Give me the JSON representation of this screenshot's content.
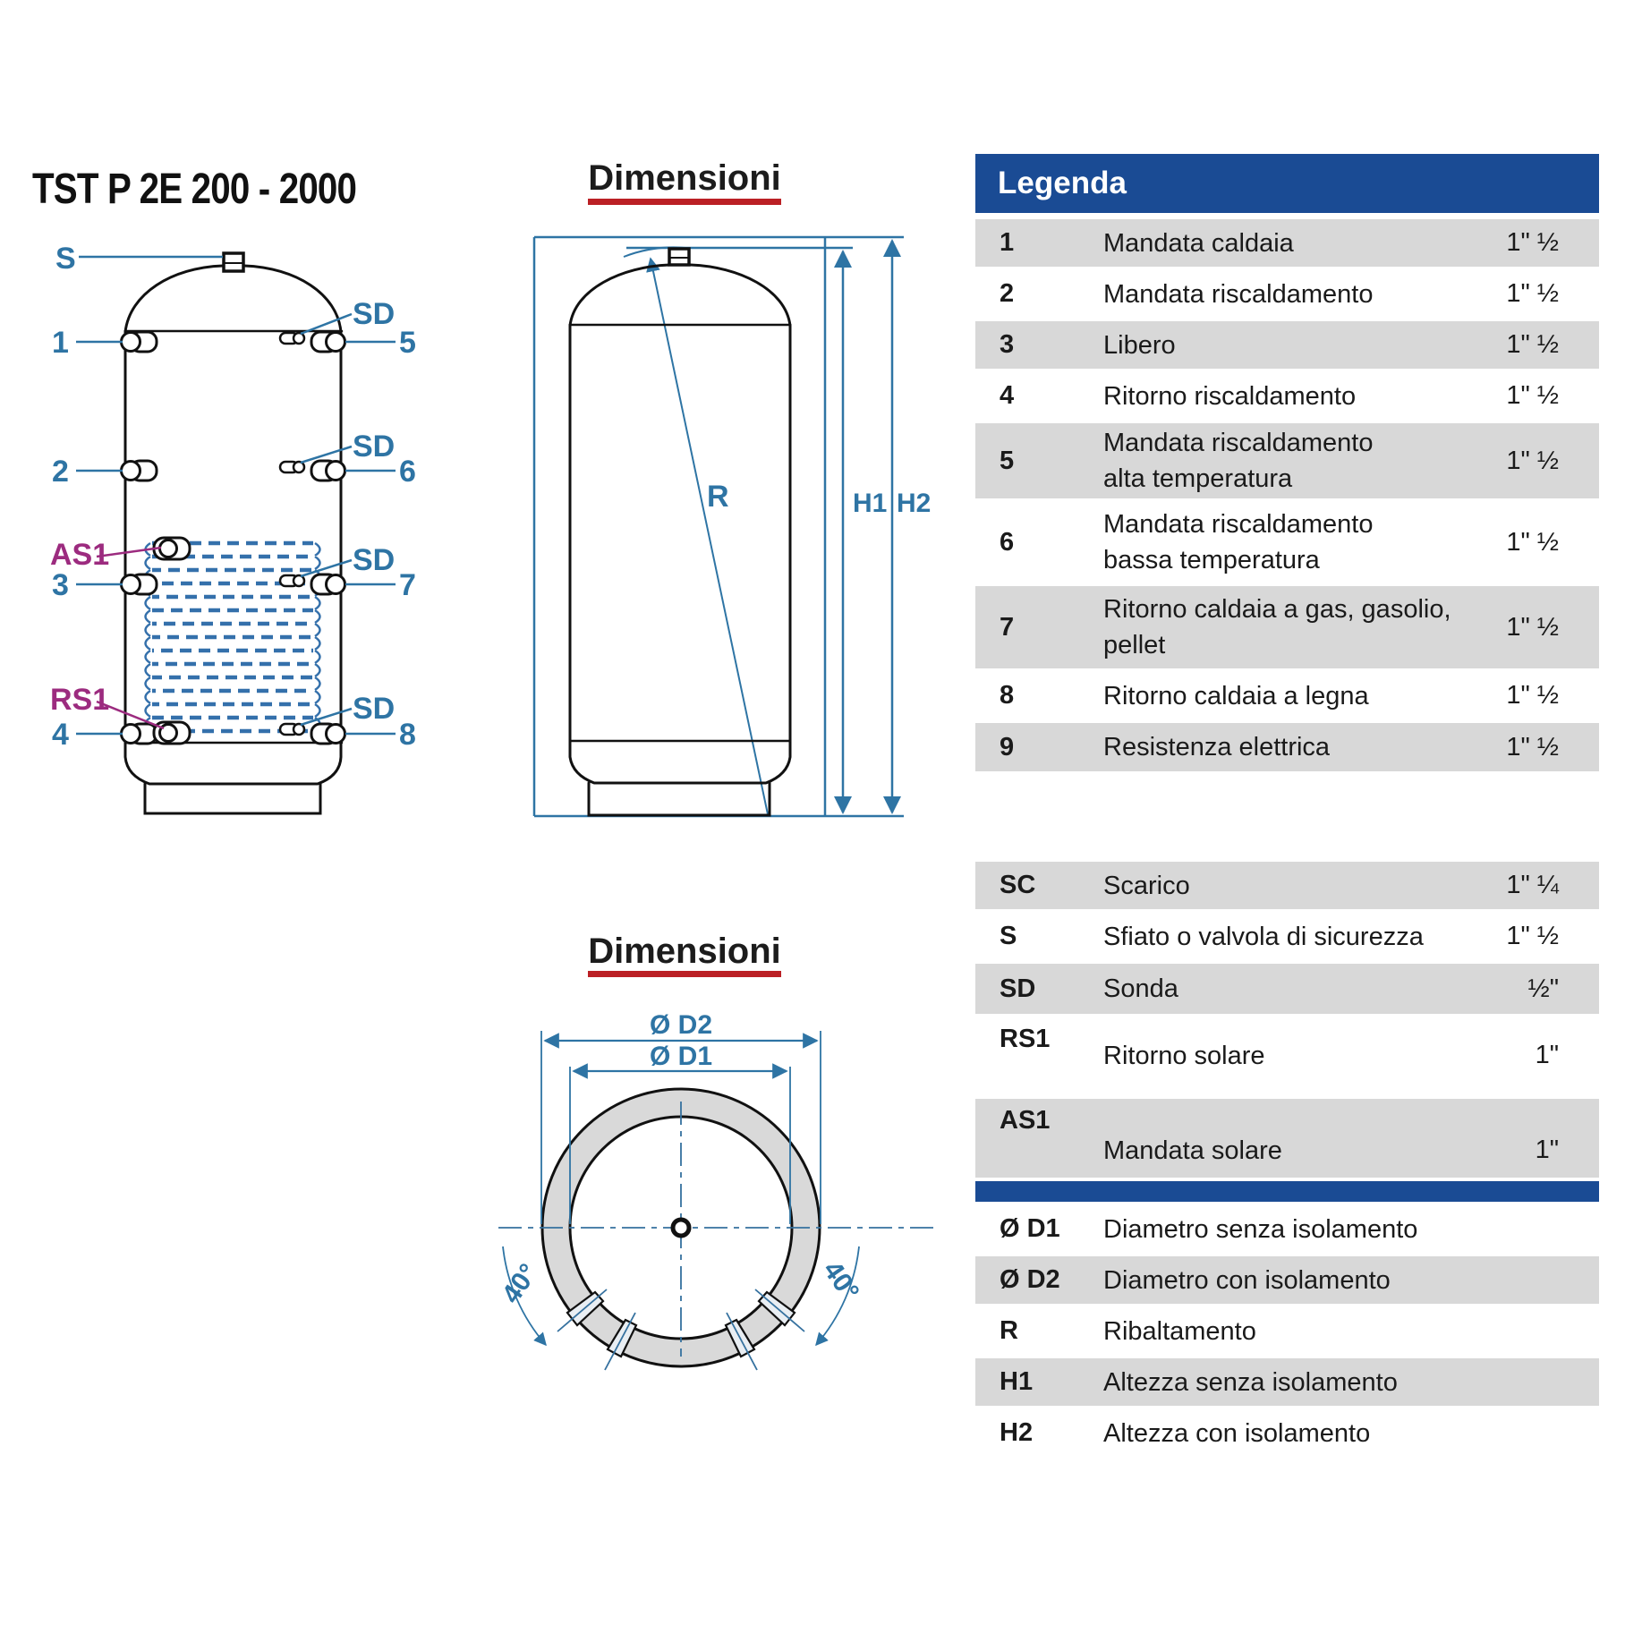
{
  "page_title": "TST P 2E 200 - 2000",
  "sections": {
    "side_dim_title": "Dimensioni",
    "top_dim_title": "Dimensioni"
  },
  "tank_labels": {
    "s": "S",
    "sd": "SD",
    "as1": "AS1",
    "rs1": "RS1",
    "ports": [
      "1",
      "2",
      "3",
      "4",
      "5",
      "6",
      "7",
      "8"
    ]
  },
  "side_dims": {
    "r": "R",
    "h1": "H1",
    "h2": "H2"
  },
  "top_dims": {
    "d2": "Ø D2",
    "d1": "Ø D1",
    "angle_left": "40°",
    "angle_right": "40°"
  },
  "legend": {
    "header": "Legenda",
    "rows": [
      {
        "key": "1",
        "line1": "Mandata caldaia",
        "line2": "",
        "value": "1\" ½"
      },
      {
        "key": "2",
        "line1": "Mandata riscaldamento",
        "line2": "",
        "value": "1\" ½"
      },
      {
        "key": "3",
        "line1": "Libero",
        "line2": "",
        "value": "1\" ½"
      },
      {
        "key": "4",
        "line1": "Ritorno riscaldamento",
        "line2": "",
        "value": "1\" ½"
      },
      {
        "key": "5",
        "line1": "Mandata riscaldamento",
        "line2": "alta temperatura",
        "value": "1\" ½"
      },
      {
        "key": "6",
        "line1": "Mandata riscaldamento",
        "line2": "bassa temperatura",
        "value": "1\" ½"
      },
      {
        "key": "7",
        "line1": "Ritorno caldaia a gas, gasolio,",
        "line2": "pellet",
        "value": "1\" ½"
      },
      {
        "key": "8",
        "line1": "Ritorno caldaia a legna",
        "line2": "",
        "value": "1\" ½"
      },
      {
        "key": "9",
        "line1": "Resistenza elettrica",
        "line2": "",
        "value": "1\" ½"
      },
      {
        "key": "SC",
        "line1": "Scarico",
        "line2": "",
        "value": "1\" ¼"
      },
      {
        "key": "S",
        "line1": "Sfiato o valvola di sicurezza",
        "line2": "",
        "value": "1\" ½"
      },
      {
        "key": "SD",
        "line1": "Sonda",
        "line2": "",
        "value": "½\""
      },
      {
        "key": "RS1",
        "line1": "Ritorno solare",
        "line2": "",
        "value": "1\""
      },
      {
        "key": "AS1",
        "line1": "Mandata solare",
        "line2": "",
        "value": "1\""
      },
      {
        "key": "Ø D1",
        "line1": "Diametro senza isolamento",
        "line2": "",
        "value": ""
      },
      {
        "key": "Ø D2",
        "line1": "Diametro con isolamento",
        "line2": "",
        "value": ""
      },
      {
        "key": "R",
        "line1": "Ribaltamento",
        "line2": "",
        "value": ""
      },
      {
        "key": "H1",
        "line1": "Altezza senza isolamento",
        "line2": "",
        "value": ""
      },
      {
        "key": "H2",
        "line1": "Altezza con isolamento",
        "line2": "",
        "value": ""
      }
    ]
  },
  "colors": {
    "header_blue": "#1a4b94",
    "label_blue": "#2e74a4",
    "label_magenta": "#9c2b7f",
    "underline_red": "#bb2025",
    "row_gray": "#d8d8d8"
  }
}
